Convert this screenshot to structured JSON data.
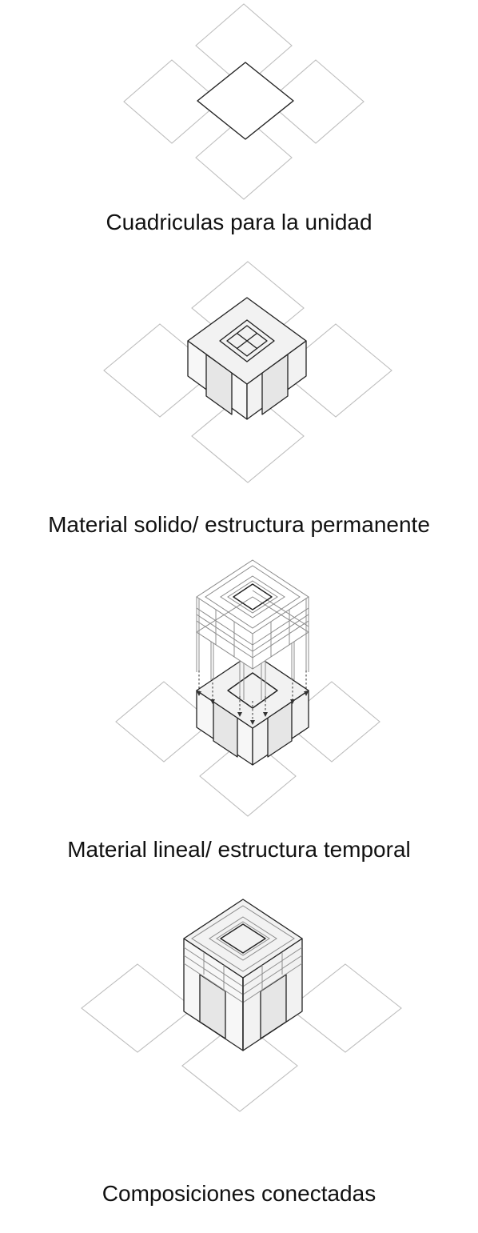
{
  "captions": {
    "grid": "Cuadriculas para la unidad",
    "solid": "Material solido/ estructura permanente",
    "linear": "Material lineal/ estructura temporal",
    "connected": "Composiciones conectadas"
  },
  "colors": {
    "grid_lines": "#bdbdbd",
    "outline": "#222222",
    "top_face": "#f2f2f2",
    "side_face": "#f7f7f7",
    "panel_face": "#e6e6e6",
    "caption_text": "#111111"
  }
}
